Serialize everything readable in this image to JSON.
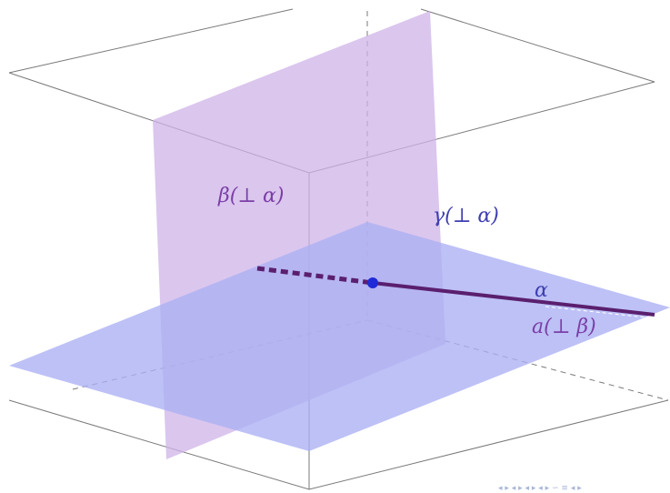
{
  "labels": {
    "beta": "β(⊥ α)",
    "gamma": "γ(⊥ α)",
    "alpha": "α",
    "line_a": "a(⊥ β)"
  },
  "colors": {
    "plane_alpha": "#aab0f4",
    "plane_beta": "#cfb3e8",
    "line_a": "#5a1f6e",
    "point": "#1f2bd6",
    "label_blue": "#3f3fb0",
    "label_purple": "#7b3fa6",
    "box_lines": "#7a7a7a",
    "nav": "#a9b6d8"
  },
  "nav_symbols": "◂ ▸ ◂ ▸ ◂ ▸ ◂ ▸ ∽ ≡ ◂ ▸"
}
